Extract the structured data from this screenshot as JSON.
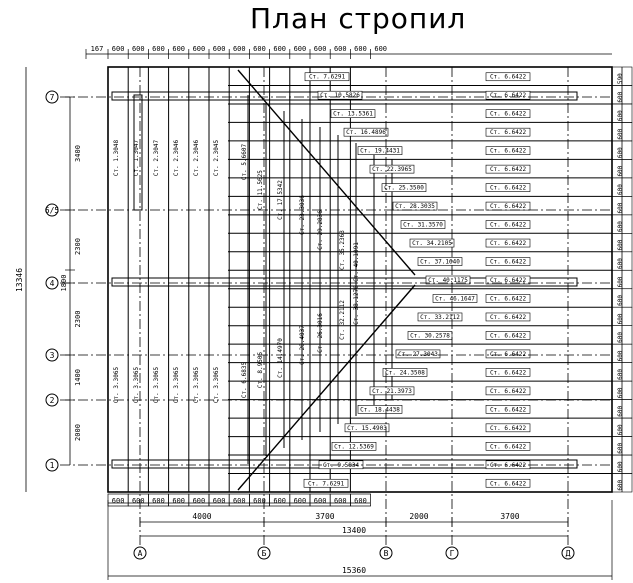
{
  "title": "План стропил",
  "top_dims": [
    "167",
    "600",
    "600",
    "600",
    "600",
    "600",
    "600",
    "600",
    "600",
    "600",
    "600",
    "600",
    "600",
    "600",
    "600"
  ],
  "bottom_dims": [
    "600",
    "600",
    "600",
    "600",
    "600",
    "600",
    "600",
    "600",
    "600",
    "600",
    "600",
    "600",
    "600"
  ],
  "bottom_spans": [
    "4000",
    "3700",
    "2000",
    "3700"
  ],
  "bottom_total_inner": "13400",
  "bottom_total_outer": "15360",
  "left_total": "13346",
  "left_spans": [
    "3400",
    "2300",
    "1800",
    "2300",
    "1400",
    "2000"
  ],
  "right_dims": [
    "590",
    "600",
    "600",
    "600",
    "600",
    "600",
    "600",
    "600",
    "600",
    "600",
    "600",
    "600",
    "600",
    "600",
    "600",
    "600",
    "600",
    "600",
    "600",
    "600",
    "600",
    "600",
    "600"
  ],
  "axes_rows": [
    "7",
    "6/5",
    "4",
    "3",
    "2",
    "1"
  ],
  "axes_cols": [
    "А",
    "Б",
    "В",
    "Г",
    "Д"
  ],
  "rafters_right": [
    "Ст. 6.6422",
    "Ст. 6.6422",
    "Ст. 6.6422",
    "Ст. 6.6422",
    "Ст. 6.6422",
    "Ст. 6.6422",
    "Ст. 6.6422",
    "Ст. 6.6422",
    "Ст. 6.6422",
    "Ст. 6.6422",
    "Ст. 6.6422",
    "Ст. 6.6422",
    "Ст. 6.6422",
    "Ст. 6.6422",
    "Ст. 6.6422",
    "Ст. 6.6422",
    "Ст. 6.6422",
    "Ст. 6.6422",
    "Ст. 6.6422",
    "Ст. 6.6422",
    "Ст. 6.6422",
    "Ст. 6.6422",
    "Ст. 6.6422"
  ],
  "rafters_mid": [
    "Ст. 7.6291",
    "Ст. 10.5826",
    "Ст. 13.5361",
    "Ст. 16.4896",
    "Ст. 19.4431",
    "Ст. 22.3965",
    "Ст. 25.3500",
    "Ст. 28.3035",
    "Ст. 31.3570",
    "Ст. 34.2105",
    "Ст. 37.1640",
    "Ст. 40.1175",
    "Ст. 46.1647",
    "Ст. 33.2112",
    "Ст. 30.2578",
    "Ст. 27.3043",
    "Ст. 24.3508",
    "Ст. 21.3973",
    "Ст. 18.4438",
    "Ст. 15.4903",
    "Ст. 12.5369",
    "Ст. 9.5834",
    "Ст. 7.6291"
  ],
  "rafters_vertical_top": [
    "Ст. 1.3048",
    "Ст. 1.3047",
    "Ст. 2.3047",
    "Ст. 2.3046",
    "Ст. 2.3046",
    "Ст. 2.3045",
    "Ст. 5.6607",
    "Ст. 11.5625",
    "Ст. 17.5342",
    "Ст. 23.3036",
    "Ст. 29.2836",
    "Ст. 35.2363",
    "Ст. 40.1091"
  ],
  "rafters_vertical_bottom": [
    "Ст. 3.3065",
    "Ст. 3.3065",
    "Ст. 3.3065",
    "Ст. 3.3065",
    "Ст. 3.3065",
    "Ст. 3.3065",
    "Ст. 6.6835",
    "Ст. 8.9505",
    "Ст. 14.4970",
    "Ст. 20.4037",
    "Ст. 26.3016",
    "Ст. 32.2112",
    "Ст. 38.1270"
  ]
}
